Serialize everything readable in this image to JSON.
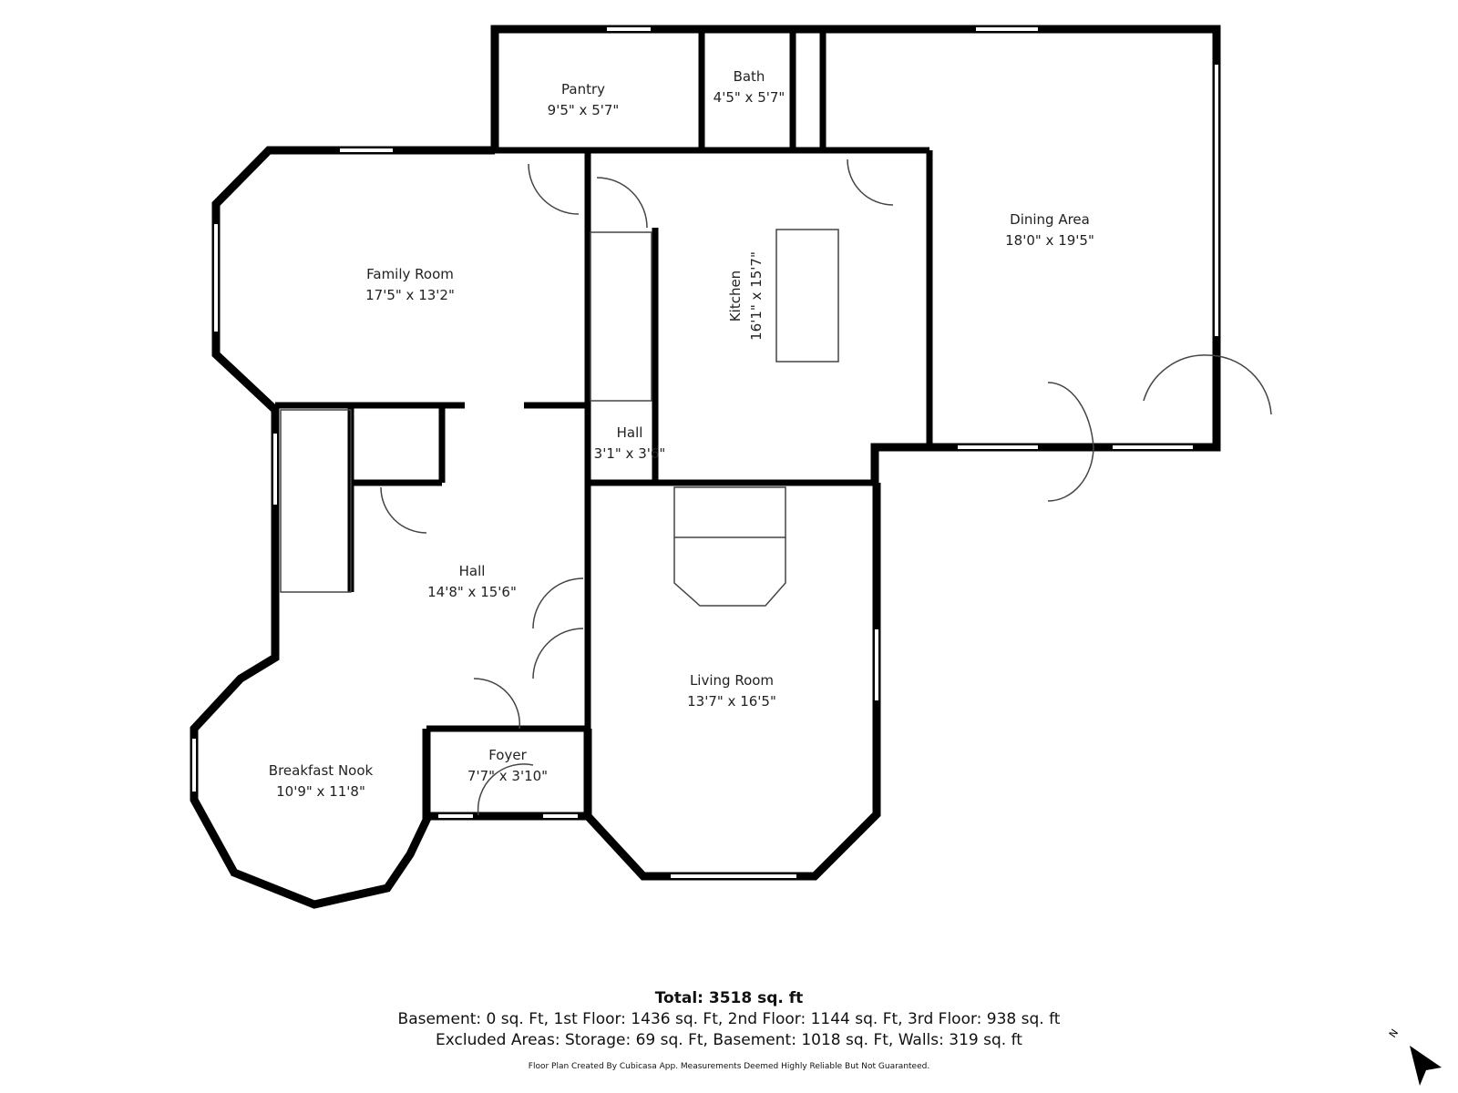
{
  "rooms": {
    "pantry": {
      "name": "Pantry",
      "dims": "9'5\" x 5'7\""
    },
    "bath": {
      "name": "Bath",
      "dims": "4'5\" x 5'7\""
    },
    "dining": {
      "name": "Dining Area",
      "dims": "18'0\" x 19'5\""
    },
    "family": {
      "name": "Family Room",
      "dims": "17'5\" x 13'2\""
    },
    "kitchen": {
      "name": "Kitchen",
      "dims": "16'1\" x 15'7\""
    },
    "hall_small": {
      "name": "Hall",
      "dims": "3'1\" x 3'6\""
    },
    "hall": {
      "name": "Hall",
      "dims": "14'8\" x 15'6\""
    },
    "living": {
      "name": "Living Room",
      "dims": "13'7\" x 16'5\""
    },
    "foyer": {
      "name": "Foyer",
      "dims": "7'7\" x 3'10\""
    },
    "breakfast": {
      "name": "Breakfast Nook",
      "dims": "10'9\" x 11'8\""
    }
  },
  "summary": {
    "total": "Total: 3518 sq. ft",
    "floors": "Basement: 0 sq. Ft, 1st Floor: 1436 sq. Ft, 2nd Floor: 1144 sq. Ft, 3rd Floor: 938 sq. ft",
    "excluded": "Excluded Areas: Storage: 69 sq. Ft, Basement: 1018 sq. Ft, Walls: 319 sq. ft",
    "disclaimer": "Floor Plan Created By Cubicasa App. Measurements Deemed Highly Reliable But Not Guaranteed."
  },
  "compass": {
    "label": "N",
    "icon": "north-arrow-icon"
  },
  "colors": {
    "wall": "#000000",
    "line": "#222222",
    "background": "#ffffff"
  }
}
